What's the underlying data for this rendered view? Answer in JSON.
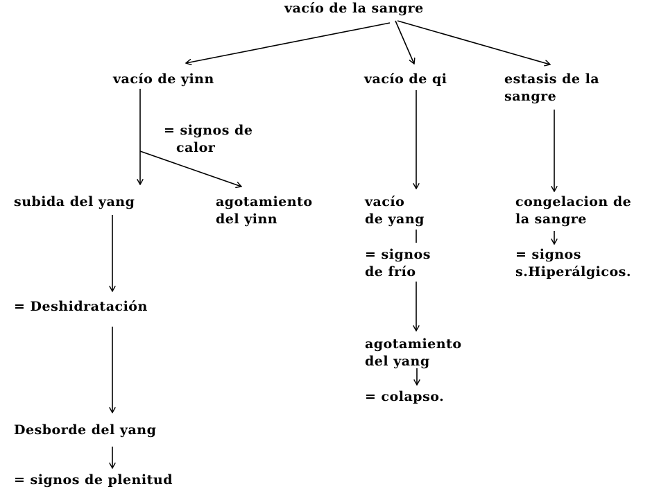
{
  "nodes": {
    "root": "vacío de la sangre",
    "vacio_yinn": "vacío de yinn",
    "vacio_qi": "vacío de qi",
    "estasis_1": "estasis de la",
    "estasis_2": "sangre",
    "signos_calor_1": "= signos de",
    "signos_calor_2": "calor",
    "subida_yang": "subida del yang",
    "agot_yinn_1": "agotamiento",
    "agot_yinn_2": "del yinn",
    "vacio_yang_1": "vacío",
    "vacio_yang_2": "de yang",
    "congelacion_1": "congelacion de",
    "congelacion_2": "la sangre",
    "signos_frio_1": "= signos",
    "signos_frio_2": "de frío",
    "signos_hiper_1": "= signos",
    "signos_hiper_2": "s.Hiperálgicos.",
    "deshidratacion": "= Deshidratación",
    "agot_yang_1": "agotamiento",
    "agot_yang_2": "del yang",
    "colapso": "= colapso.",
    "desborde_yang": "Desborde del yang",
    "signos_plenitud": "= signos de plenitud"
  }
}
